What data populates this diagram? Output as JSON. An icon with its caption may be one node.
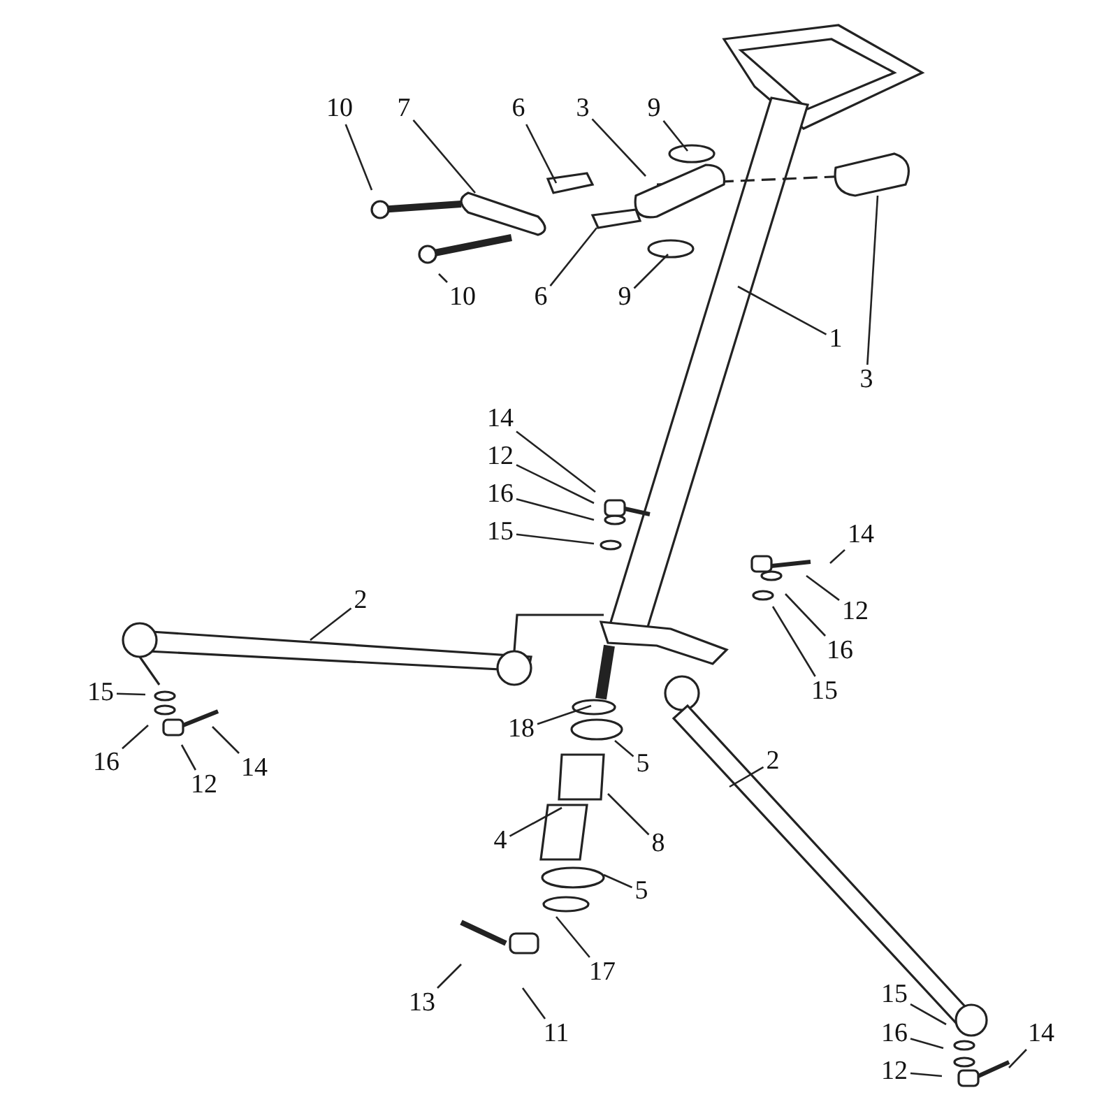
{
  "diagram": {
    "nodes": [
      {
        "text": [
          "10"
        ]
      },
      {
        "text": [
          "7"
        ]
      },
      {
        "text": [
          "6"
        ]
      },
      {
        "text": [
          "3"
        ]
      },
      {
        "text": [
          "9"
        ]
      },
      {
        "text": [
          "3"
        ]
      },
      {
        "text": [
          "10"
        ]
      },
      {
        "text": [
          "6"
        ]
      },
      {
        "text": [
          "9"
        ]
      },
      {
        "text": [
          "1"
        ]
      },
      {
        "text": [
          "14"
        ]
      },
      {
        "text": [
          "12"
        ]
      },
      {
        "text": [
          "16"
        ]
      },
      {
        "text": [
          "15"
        ]
      },
      {
        "text": [
          "2"
        ]
      },
      {
        "text": [
          "14"
        ]
      },
      {
        "text": [
          "12"
        ]
      },
      {
        "text": [
          "16"
        ]
      },
      {
        "text": [
          "15"
        ]
      },
      {
        "text": [
          "15"
        ]
      },
      {
        "text": [
          "16"
        ]
      },
      {
        "text": [
          "12"
        ]
      },
      {
        "text": [
          "14"
        ]
      },
      {
        "text": [
          "18"
        ]
      },
      {
        "text": [
          "5"
        ]
      },
      {
        "text": [
          "2"
        ]
      },
      {
        "text": [
          "4"
        ]
      },
      {
        "text": [
          "8"
        ]
      },
      {
        "text": [
          "5"
        ]
      },
      {
        "text": [
          "13"
        ]
      },
      {
        "text": [
          "17"
        ]
      },
      {
        "text": [
          "11"
        ]
      },
      {
        "text": [
          "15"
        ]
      },
      {
        "text": [
          "16"
        ]
      },
      {
        "text": [
          "12"
        ]
      },
      {
        "text": [
          "14"
        ]
      }
    ],
    "edges": [
      {
        "from": 0,
        "to": null,
        "arrow": "none"
      },
      {
        "from": 1,
        "to": null,
        "arrow": "none"
      },
      {
        "from": 2,
        "to": null,
        "arrow": "none"
      },
      {
        "from": 3,
        "to": null,
        "arrow": "none"
      },
      {
        "from": 4,
        "to": null,
        "arrow": "none"
      },
      {
        "from": 5,
        "to": null,
        "arrow": "none"
      },
      {
        "from": 6,
        "to": null,
        "arrow": "none"
      },
      {
        "from": 7,
        "to": null,
        "arrow": "none"
      },
      {
        "from": 8,
        "to": null,
        "arrow": "none"
      },
      {
        "from": 9,
        "to": null,
        "arrow": "none"
      },
      {
        "from": 10,
        "to": null,
        "arrow": "none"
      },
      {
        "from": 11,
        "to": null,
        "arrow": "none"
      },
      {
        "from": 12,
        "to": null,
        "arrow": "none"
      },
      {
        "from": 13,
        "to": null,
        "arrow": "none"
      },
      {
        "from": 14,
        "to": null,
        "arrow": "none"
      },
      {
        "from": 15,
        "to": null,
        "arrow": "none"
      },
      {
        "from": 16,
        "to": null,
        "arrow": "none"
      },
      {
        "from": 17,
        "to": null,
        "arrow": "none"
      },
      {
        "from": 18,
        "to": null,
        "arrow": "none"
      },
      {
        "from": 19,
        "to": null,
        "arrow": "none"
      },
      {
        "from": 20,
        "to": null,
        "arrow": "none"
      },
      {
        "from": 21,
        "to": null,
        "arrow": "none"
      },
      {
        "from": 22,
        "to": null,
        "arrow": "none"
      },
      {
        "from": 23,
        "to": null,
        "arrow": "none"
      },
      {
        "from": 24,
        "to": null,
        "arrow": "none"
      },
      {
        "from": 25,
        "to": null,
        "arrow": "none"
      },
      {
        "from": 26,
        "to": null,
        "arrow": "none"
      },
      {
        "from": 27,
        "to": null,
        "arrow": "none"
      },
      {
        "from": 28,
        "to": null,
        "arrow": "none"
      },
      {
        "from": 29,
        "to": null,
        "arrow": "none"
      },
      {
        "from": 30,
        "to": null,
        "arrow": "none"
      },
      {
        "from": 31,
        "to": null,
        "arrow": "none"
      },
      {
        "from": 32,
        "to": null,
        "arrow": "none"
      },
      {
        "from": 33,
        "to": null,
        "arrow": "none"
      },
      {
        "from": 34,
        "to": null,
        "arrow": "none"
      },
      {
        "from": 35,
        "to": null,
        "arrow": "none"
      }
    ]
  }
}
